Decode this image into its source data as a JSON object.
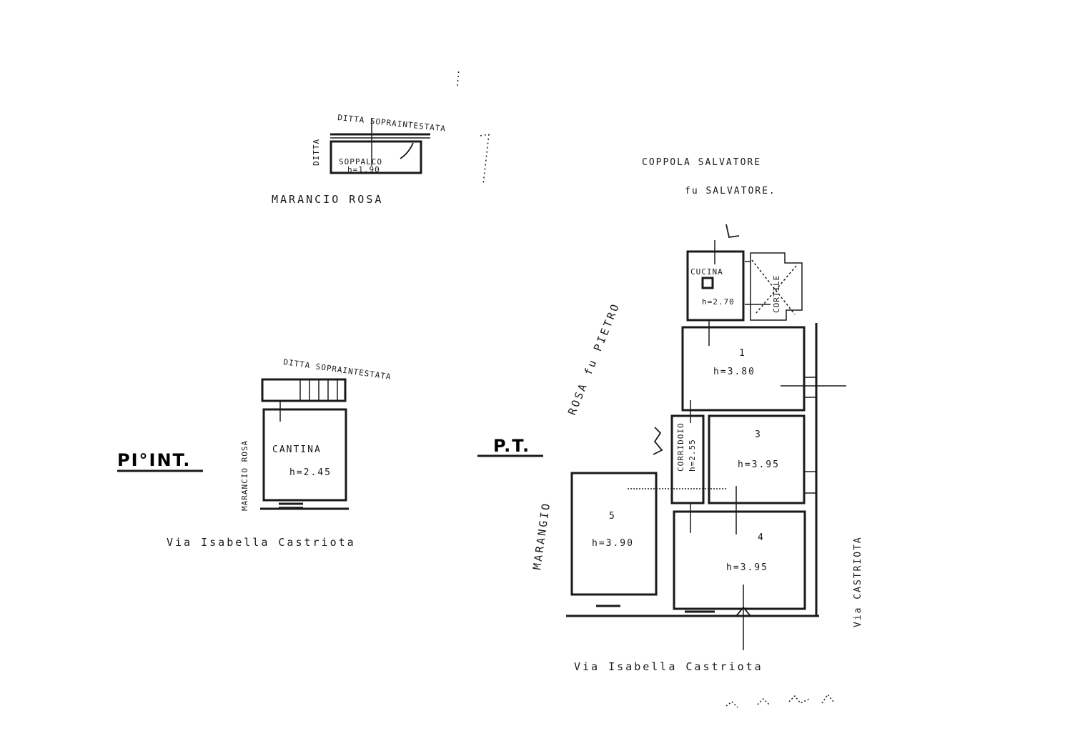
{
  "mezzanine": {
    "north_label": "DITTA SOPRAINTESTATA",
    "west_label": "DITTA",
    "south_label": "MARANCIO ROSA",
    "room_name": "SOPPALCO",
    "room_height": "h=1.90"
  },
  "basement_floor": {
    "floor_label": "PI°INT.",
    "north_label": "DITTA SOPRAINTESTATA",
    "west_label": "MARANCIO ROSA",
    "street_label": "Via Isabella Castriota",
    "room_name": "CANTINA",
    "room_height": "h=2.45"
  },
  "ground_floor": {
    "floor_label": "P.T.",
    "north_label_1": "COPPOLA SALVATORE",
    "north_label_2": "fu SALVATORE.",
    "west_label_upper": "ROSA fu PIETRO",
    "west_label_lower": "MARANGIO",
    "east_label": "Via CASTRIOTA",
    "street_label": "Via Isabella Castriota",
    "rooms": [
      {
        "key": "cucina",
        "name": "CUCINA",
        "height": "h=2.70"
      },
      {
        "key": "cortile",
        "name": "CORTILE",
        "height": ""
      },
      {
        "key": "room1",
        "name": "1",
        "height": "h=3.80"
      },
      {
        "key": "corridoio",
        "name": "CORRIDOIO",
        "height": "h=2.55"
      },
      {
        "key": "room3",
        "name": "3",
        "height": "h=3.95"
      },
      {
        "key": "room5",
        "name": "5",
        "height": "h=3.90"
      },
      {
        "key": "room4",
        "name": "4",
        "height": "h=3.95"
      }
    ]
  }
}
